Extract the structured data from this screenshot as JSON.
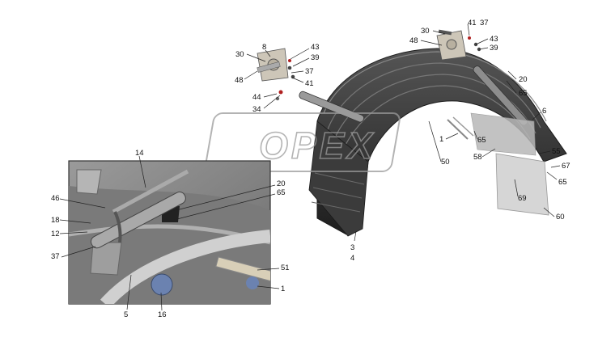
{
  "watermark": "OPEX",
  "callouts": {
    "c_30a": "30",
    "c_8": "8",
    "c_43a": "43",
    "c_39a": "39",
    "c_37a": "37",
    "c_48a": "48",
    "c_41a": "41",
    "c_44": "44",
    "c_34": "34",
    "c_30b": "30",
    "c_41b": "41",
    "c_37b": "37",
    "c_48b": "48",
    "c_43b": "43",
    "c_39b": "39",
    "c_20a": "20",
    "c_65a": "65",
    "c_6": "6",
    "c_1a": "1",
    "c_65b": "65",
    "c_58": "58",
    "c_50": "50",
    "c_55": "55",
    "c_67": "67",
    "c_65c": "65",
    "c_69": "69",
    "c_60": "60",
    "c_3": "3",
    "c_4": "4",
    "c_14": "14",
    "c_46": "46",
    "c_18": "18",
    "c_12": "12",
    "c_37c": "37",
    "c_20b": "20",
    "c_65d": "65",
    "c_51": "51",
    "c_1b": "1",
    "c_5": "5",
    "c_16": "16"
  },
  "colors": {
    "fender_dark": "#2f2f2f",
    "fender_mid": "#5a5a5a",
    "mudflap": "#cfcfcf",
    "bracket": "#c9c2b4",
    "bolt_red": "#b02020",
    "inset_bg": "#8a8a8a",
    "watermark": "#9a9a9a"
  }
}
